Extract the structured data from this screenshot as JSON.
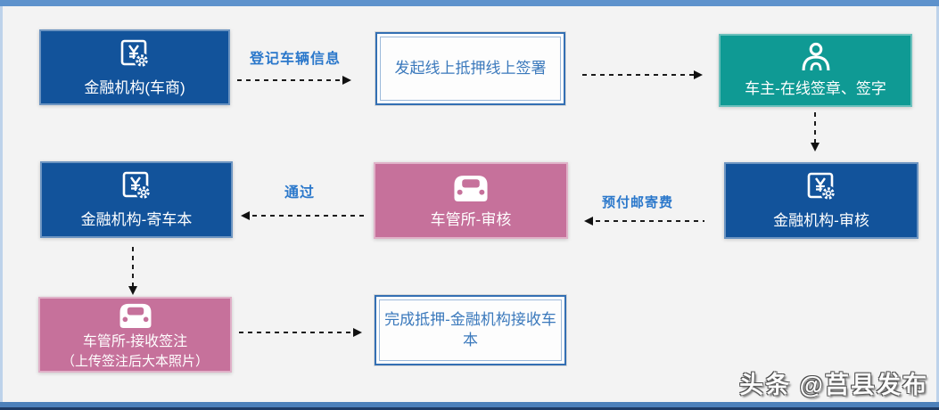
{
  "diagram": {
    "nodes": [
      {
        "label": "金融机构(车商)",
        "icon": "finance-gear-icon",
        "color": "#12539b"
      },
      {
        "label": "发起线上抵押线上签署",
        "icon": null,
        "color": "#fdfdfd"
      },
      {
        "label": "车主-在线签章、签字",
        "icon": "person-icon",
        "color": "#0f9a94"
      },
      {
        "label": "金融机构-寄车本",
        "icon": "finance-gear-icon",
        "color": "#12539b"
      },
      {
        "label": "车管所-审核",
        "icon": "car-front-icon",
        "color": "#c6719b"
      },
      {
        "label": "金融机构-审核",
        "icon": "finance-gear-icon",
        "color": "#12539b"
      },
      {
        "label": "车管所-接收签注",
        "sublabel": "（上传签注后大本照片）",
        "icon": "car-front-icon",
        "color": "#c6719b"
      },
      {
        "label": "完成抵押-金融机构接收车本",
        "icon": null,
        "color": "#fdfdfd"
      }
    ],
    "edge_labels": [
      {
        "text": "登记车辆信息"
      },
      {
        "text": "通过"
      },
      {
        "text": "预付邮寄费"
      }
    ]
  },
  "watermark": {
    "text": "头条 @莒县发布"
  },
  "colors": {
    "dark_blue": "#12539b",
    "teal": "#0f9a94",
    "pink": "#c6719b",
    "label_blue": "#2b78cb",
    "outline_border_blue": "#336fb3",
    "frame_top_blue": "#5e92cc",
    "frame_bottom_blue": "#4c80ba",
    "frame_bottom_dark": "#1d3a64",
    "background": "#f3f3f3"
  }
}
